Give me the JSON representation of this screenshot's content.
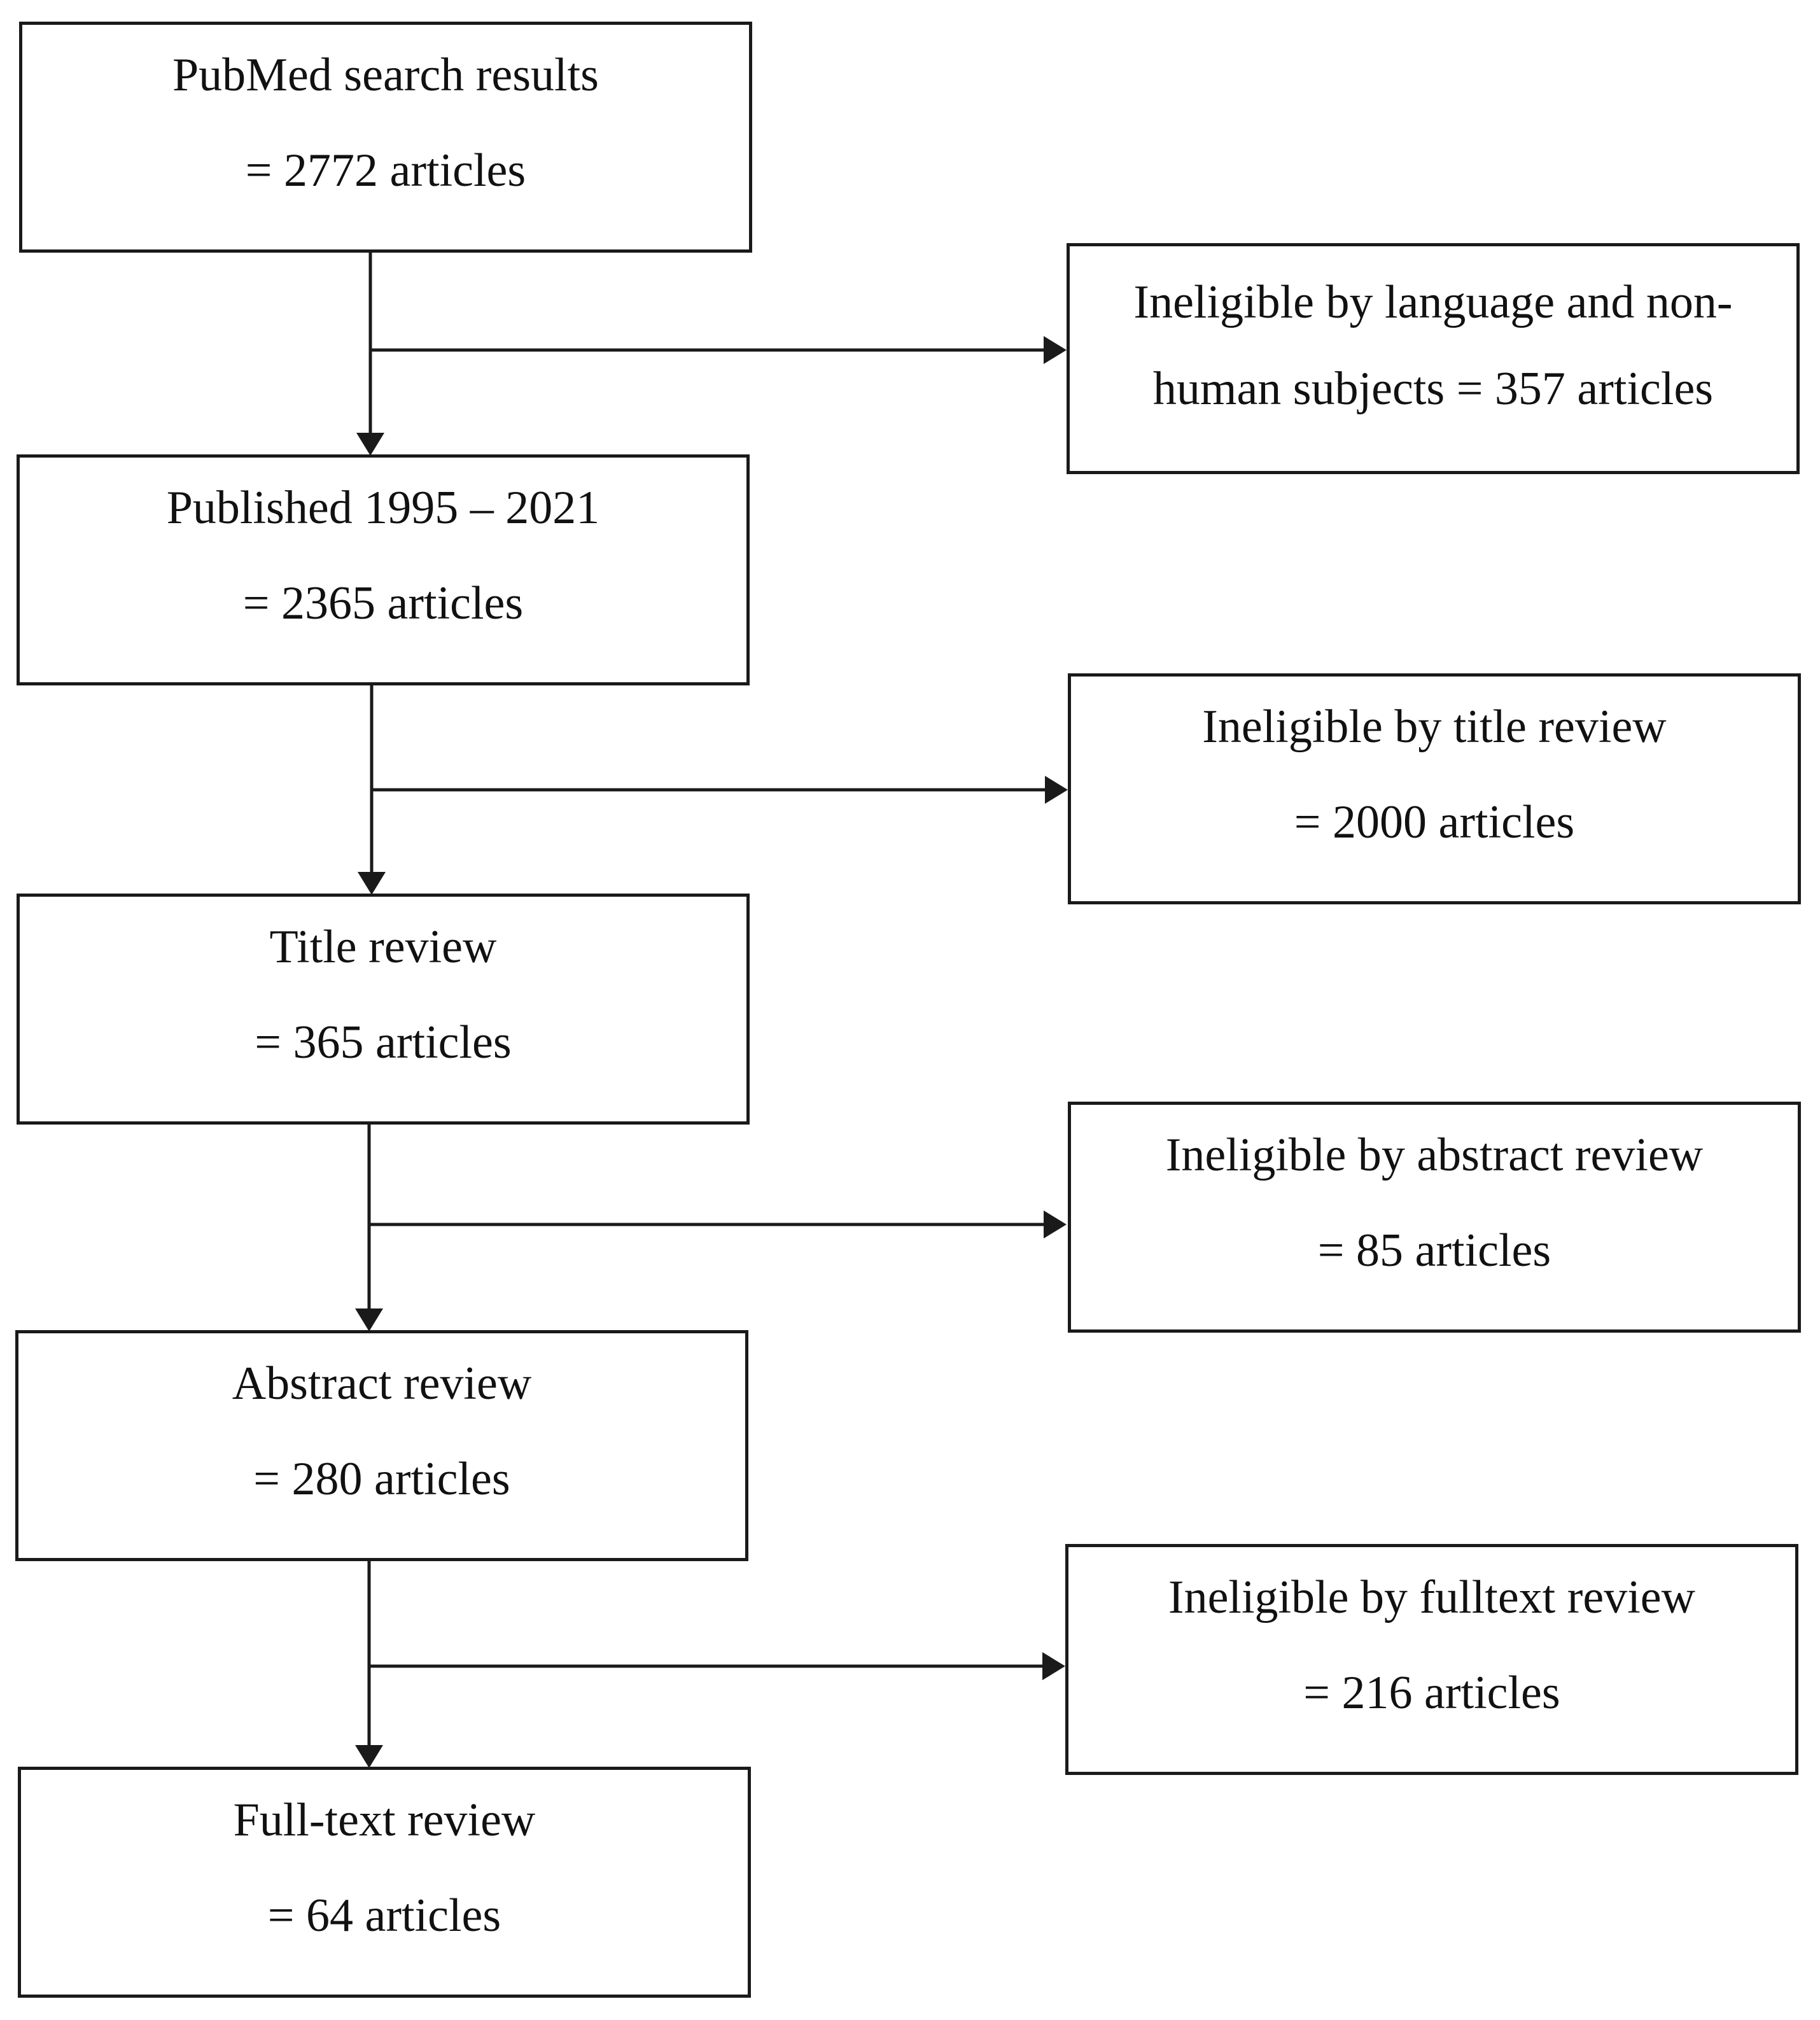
{
  "main_flow": [
    {
      "id": "search",
      "line1": "PubMed search results",
      "line2": "= 2772 articles"
    },
    {
      "id": "published",
      "line1": "Published 1995 – 2021",
      "line2": "= 2365 articles"
    },
    {
      "id": "title",
      "line1": "Title review",
      "line2": "= 365 articles"
    },
    {
      "id": "abstract",
      "line1": "Abstract review",
      "line2": "= 280 articles"
    },
    {
      "id": "fulltext",
      "line1": "Full-text review",
      "line2": "= 64 articles"
    }
  ],
  "exclusions": [
    {
      "id": "excl-language",
      "line1": "Ineligible by language and non-",
      "line2": "human subjects = 357 articles"
    },
    {
      "id": "excl-title",
      "line1": "Ineligible by title review",
      "line2": "= 2000 articles"
    },
    {
      "id": "excl-abstract",
      "line1": "Ineligible by abstract review",
      "line2": "= 85 articles"
    },
    {
      "id": "excl-fulltext",
      "line1": "Ineligible by fulltext review",
      "line2": "= 216 articles"
    }
  ]
}
